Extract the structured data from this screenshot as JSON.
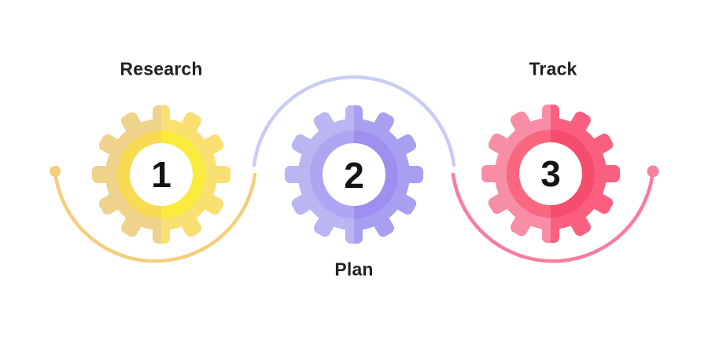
{
  "diagram": {
    "type": "three-step gear process infographic",
    "background": "#FFFFFF"
  },
  "steps": [
    {
      "number": "1",
      "label": "Research",
      "label_position": "top",
      "colors": {
        "body_left": "#EFD28C",
        "body_right": "#FADF73",
        "ring_left": "#F8DB52",
        "ring_right": "#FBEB3C",
        "center_bg": "#FFFFFF"
      }
    },
    {
      "number": "2",
      "label": "Plan",
      "label_position": "bottom",
      "colors": {
        "body_left": "#BAB6F2",
        "body_right": "#A89FF1",
        "ring_left": "#AEA5F2",
        "ring_right": "#9D8EEF",
        "center_bg": "#FFFFFF"
      }
    },
    {
      "number": "3",
      "label": "Track",
      "label_position": "top",
      "colors": {
        "body_left": "#F88DA6",
        "body_right": "#FA5F80",
        "ring_left": "#F9687E",
        "ring_right": "#F64D6E",
        "center_bg": "#FFFFFF"
      }
    }
  ],
  "connectors": [
    {
      "name": "start-arc-under-step-1",
      "color": "#F4CF7A",
      "dot_color": "#F5CE76"
    },
    {
      "name": "middle-arc-over-step-2",
      "color": "#C9CCF4"
    },
    {
      "name": "end-arc-under-step-3",
      "color": "#F87C9E",
      "dot_color": "#F77F9F"
    }
  ]
}
